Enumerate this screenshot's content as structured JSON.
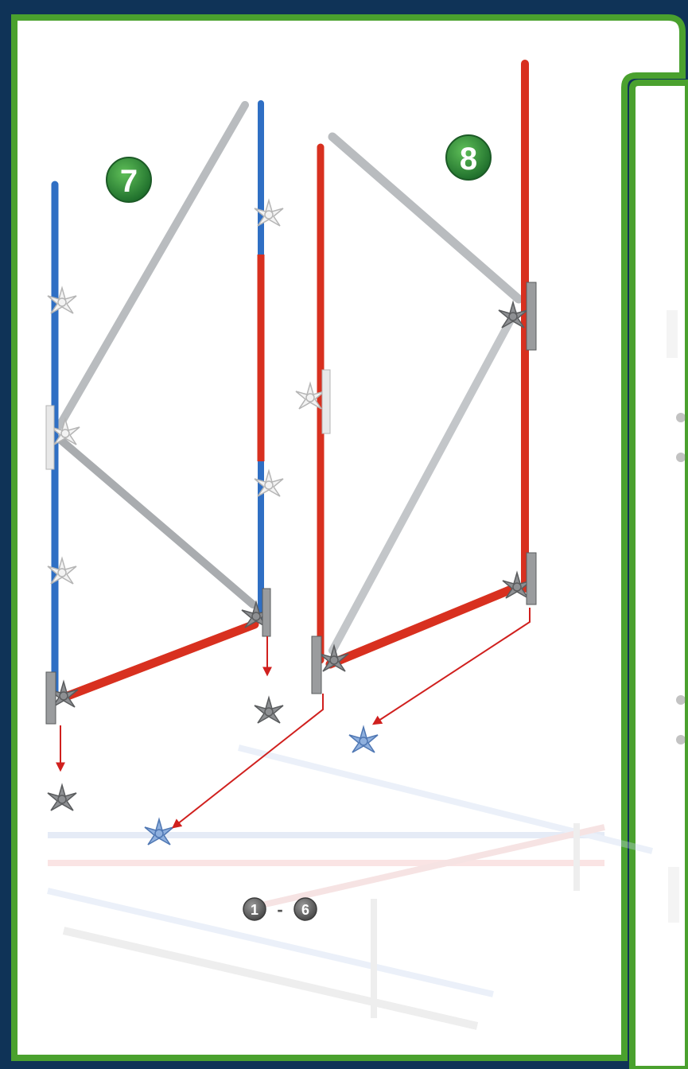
{
  "steps": {
    "step7": "7",
    "step8": "8",
    "range_from": "1",
    "range_dash": "-",
    "range_to": "6"
  },
  "colors": {
    "panel_border": "#4aa12e",
    "background_space": "#0f3357",
    "rod_blue": "#2f6fc4",
    "rod_red": "#d8301f",
    "rod_gray": "#b9bcbf",
    "badge_green": "#2f8a3c",
    "arrow_red": "#d0201e",
    "connector_blue": "#8fb0de"
  }
}
